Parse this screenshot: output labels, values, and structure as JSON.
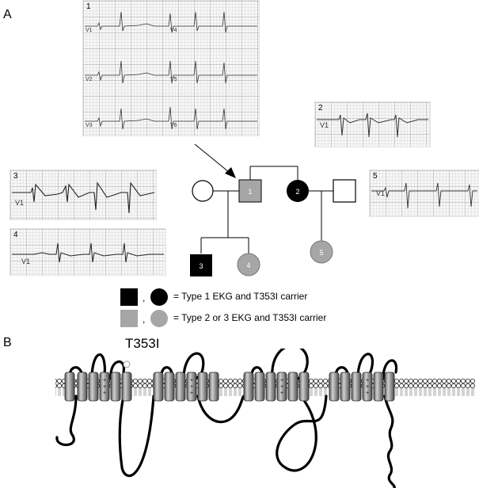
{
  "panel_a": {
    "letter": "A",
    "ekg1": {
      "number": "1",
      "leads": [
        "V1",
        "V2",
        "V3",
        "V4",
        "V5",
        "V6"
      ]
    },
    "ekg2": {
      "number": "2",
      "lead": "V1"
    },
    "ekg3": {
      "number": "3",
      "lead": "V1"
    },
    "ekg4": {
      "number": "4",
      "lead": "V1"
    },
    "ekg5": {
      "number": "5",
      "lead": "V1"
    },
    "pedigree": {
      "individual_1": "1",
      "individual_2": "2",
      "individual_3": "3",
      "individual_4": "4",
      "individual_5": "5"
    },
    "legend": {
      "row1_sep": ",",
      "row1_text": "=  Type 1 EKG and T353I carrier",
      "row2_sep": ",",
      "row2_text": "=  Type 2 or 3 EKG and T353I carrier"
    },
    "colors": {
      "type1": "#000000",
      "type23": "#a6a6a6"
    }
  },
  "panel_b": {
    "letter": "B",
    "mutation_label": "T353I"
  }
}
